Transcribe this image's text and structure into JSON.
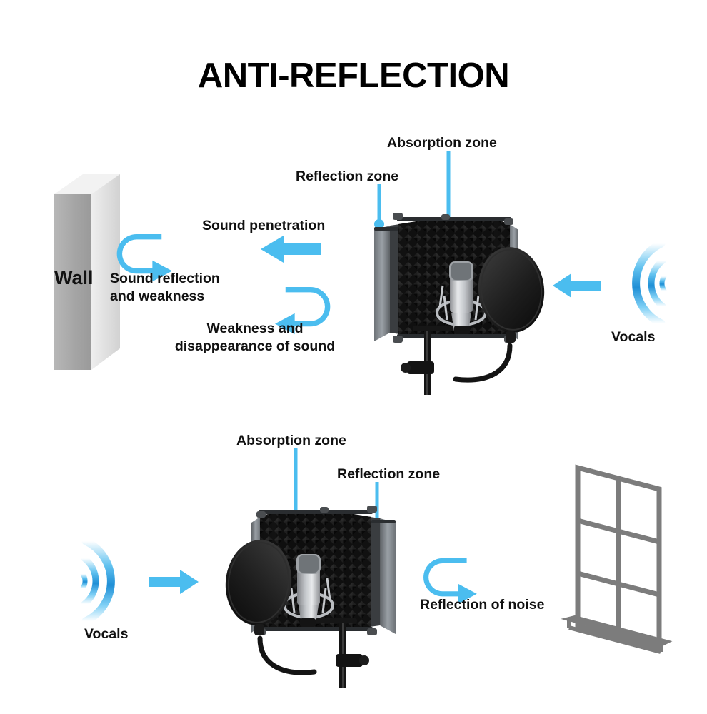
{
  "page": {
    "title": "ANTI-REFLECTION",
    "background": "#ffffff",
    "accent_blue": "#4BBDEF",
    "wall_gray": "#a9a9a9",
    "frame_gray": "#7c7c7c",
    "text_color": "#111111"
  },
  "top_section": {
    "wall_label": "Wall",
    "callouts": [
      {
        "label": "Reflection zone"
      },
      {
        "label": "Absorption zone"
      }
    ],
    "flow_labels": [
      {
        "label": "Sound penetration"
      },
      {
        "label": "Sound reflection\nand weakness"
      },
      {
        "label": "Weakness and\ndisappearance of sound"
      }
    ],
    "source_label": "Vocals"
  },
  "bottom_section": {
    "callouts": [
      {
        "label": "Absorption zone"
      },
      {
        "label": "Reflection zone"
      }
    ],
    "source_label": "Vocals",
    "flow_labels": [
      {
        "label": "Reflection of noise"
      }
    ]
  },
  "icons": {
    "sound_wave": "sound-wave-icon",
    "straight_arrow": "straight-arrow-icon",
    "u_turn_arrow": "u-turn-arrow-icon",
    "callout_pin": "callout-pin-icon",
    "wall_block": "wall-block-icon",
    "window_frame": "window-frame-icon",
    "mic_shield": "microphone-isolation-shield-icon",
    "pop_filter": "pop-filter-icon",
    "condenser_mic": "condenser-microphone-icon",
    "mic_stand": "microphone-stand-icon"
  }
}
